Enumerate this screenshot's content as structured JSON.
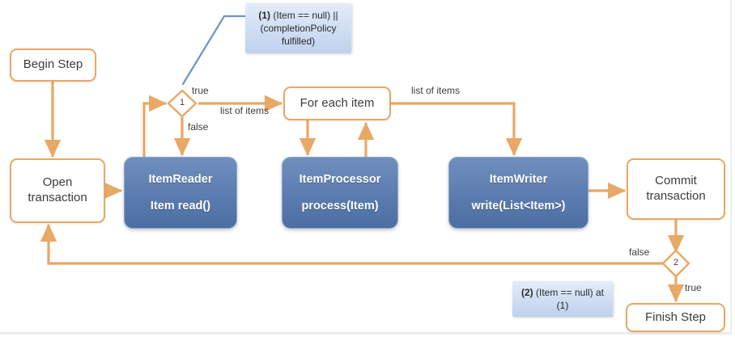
{
  "diagram": {
    "title": "Spring Batch step chunk-oriented processing flow",
    "colors": {
      "flow_line": "#e8a866",
      "node_border": "#e8a866",
      "blue_box": "#5b7cae",
      "note_bg": "#d2e0f4",
      "leader_line": "#6f93c4",
      "text": "#3c3c3c"
    },
    "nodes": {
      "begin_step": "Begin Step",
      "open_transaction_line1": "Open",
      "open_transaction_line2": "transaction",
      "for_each_item": "For each item",
      "commit_transaction_line1": "Commit",
      "commit_transaction_line2": "transaction",
      "finish_step": "Finish Step"
    },
    "components": {
      "item_reader": {
        "name": "ItemReader",
        "method": "Item read()"
      },
      "item_processor": {
        "name": "ItemProcessor",
        "method": "process(Item)"
      },
      "item_writer": {
        "name": "ItemWriter",
        "method": "write(List<Item>)"
      }
    },
    "decisions": [
      {
        "id": "1",
        "label": "1"
      },
      {
        "id": "2",
        "label": "2"
      }
    ],
    "edge_labels": {
      "true_1": "true",
      "false_1": "false",
      "list_of_items_1": "list of items",
      "list_of_items_2": "list of items",
      "false_2": "false",
      "true_2": "true"
    },
    "notes": [
      {
        "ref": "(1)",
        "text": "(Item == null) ||",
        "line2": "(completionPolicy",
        "line3": "fulfilled)"
      },
      {
        "ref": "(2)",
        "text": "(Item == null) at",
        "line2": "(1)"
      }
    ]
  }
}
